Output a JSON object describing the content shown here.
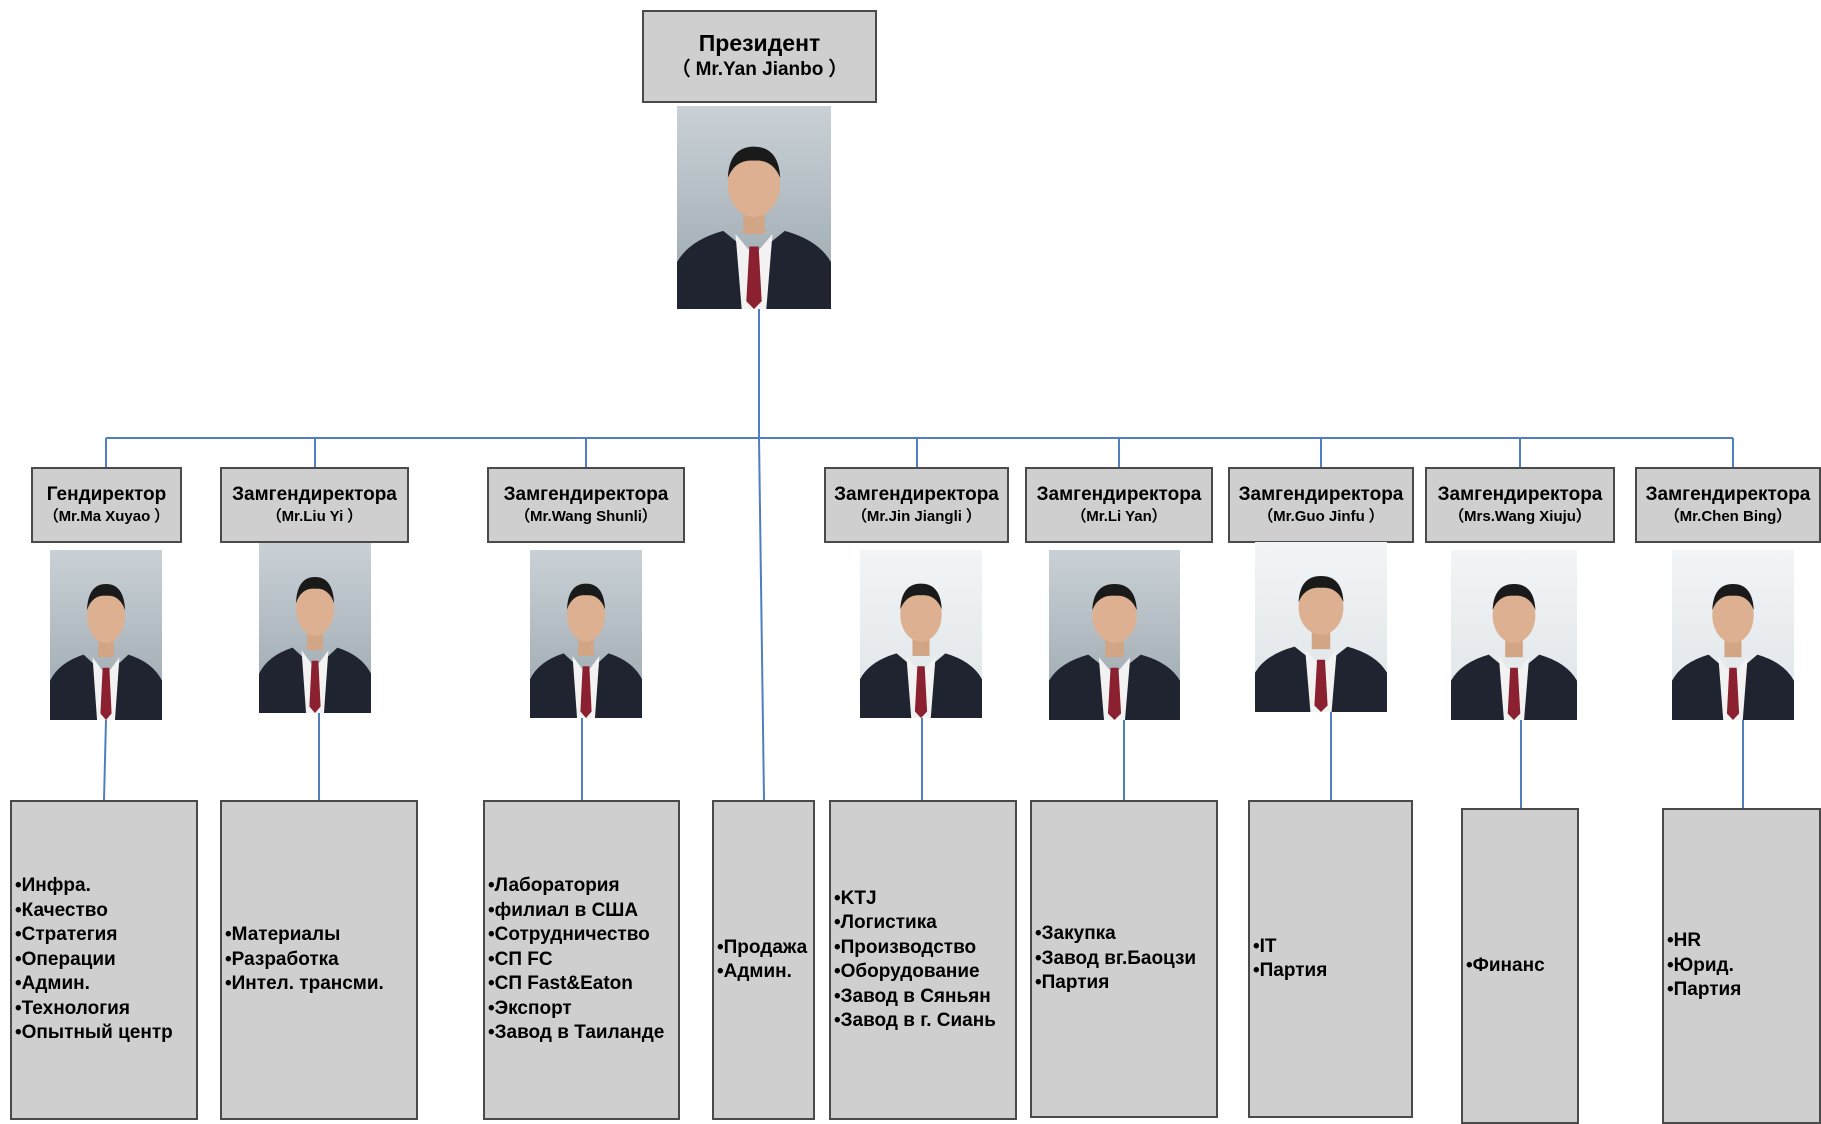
{
  "president": {
    "title": "Президент",
    "name": "（ Mr.Yan  Jianbo ）"
  },
  "executives": [
    {
      "title": "Гендиректор",
      "name": "（Mr.Ma Xuyao ）"
    },
    {
      "title": "Замгендиректора",
      "name": "（Mr.Liu Yi ）"
    },
    {
      "title": "Замгендиректора",
      "name": "（Mr.Wang Shunli）"
    },
    {
      "title": "Замгендиректора",
      "name": "（Mr.Jin Jiangli ）"
    },
    {
      "title": "Замгендиректора",
      "name": "（Mr.Li Yan）"
    },
    {
      "title": "Замгендиректора",
      "name": "（Mr.Guo Jinfu ）"
    },
    {
      "title": "Замгендиректора",
      "name": "（Mrs.Wang Xiuju）"
    },
    {
      "title": "Замгендиректора",
      "name": "（Mr.Chen Bing）"
    }
  ],
  "departments": [
    {
      "items": [
        "•Инфра.",
        "•Качество",
        "•Стратегия",
        "•Операции",
        "•Админ.",
        "•Технология",
        "•Опытный центр"
      ]
    },
    {
      "items": [
        "•Материалы",
        "•Разработка",
        "•Интел. трансми."
      ]
    },
    {
      "items": [
        "•Лаборатория",
        "•филиал в США",
        "•Сотрудничество",
        "•СП FC",
        "•СП Fast&Eaton",
        "•Экспорт",
        "•Завод в Таиланде"
      ]
    },
    {
      "items": [
        "•Продажа",
        "•Админ."
      ]
    },
    {
      "items": [
        "•KTJ",
        "•Логистика",
        "•Производство",
        "•Оборудование",
        "•Завод в Сяньян",
        "•Завод в г. Сиань"
      ]
    },
    {
      "items": [
        "•Закупка",
        "•Завод вг.Баоцзи",
        "•Партия"
      ]
    },
    {
      "items": [
        "•IT",
        "•Партия"
      ]
    },
    {
      "items": [
        "•Финанс"
      ]
    },
    {
      "items": [
        "•HR",
        "•Юрид.",
        "•Партия"
      ]
    }
  ],
  "colors": {
    "connector": "#4f7fc1",
    "box_fill": "#cfcfcf",
    "box_border": "#4a4a4a"
  }
}
